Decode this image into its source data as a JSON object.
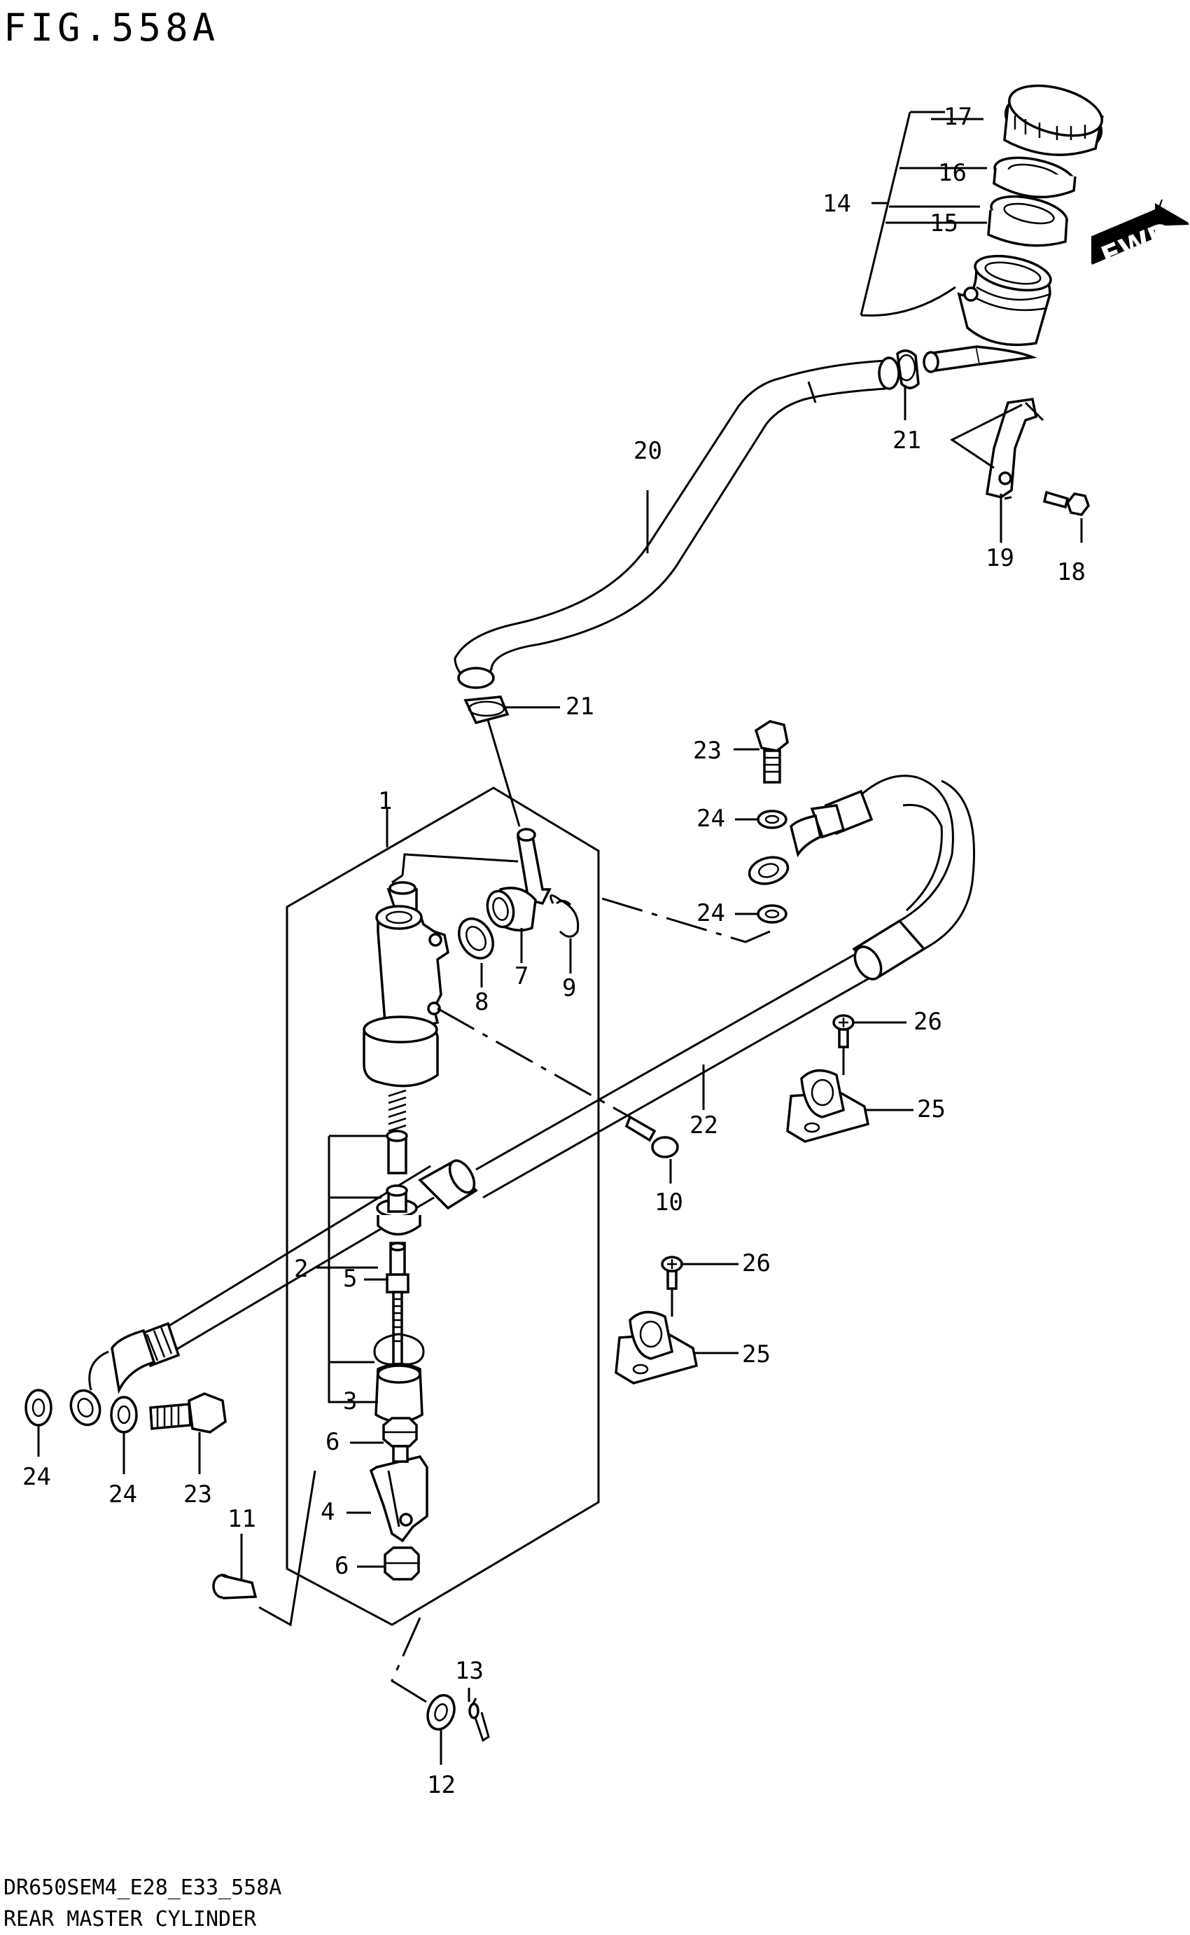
{
  "figure": {
    "title": "FIG.558A",
    "code": "DR650SEM4_E28_E33_558A",
    "caption": "REAR MASTER CYLINDER",
    "direction_label": "FWD"
  },
  "callouts": {
    "c1": "1",
    "c2": "2",
    "c3": "3",
    "c4": "4",
    "c5": "5",
    "c6a": "6",
    "c6b": "6",
    "c7": "7",
    "c8": "8",
    "c9": "9",
    "c10": "10",
    "c11": "11",
    "c12": "12",
    "c13": "13",
    "c14": "14",
    "c15": "15",
    "c16": "16",
    "c17": "17",
    "c18": "18",
    "c19": "19",
    "c20": "20",
    "c21a": "21",
    "c21b": "21",
    "c22": "22",
    "c23a": "23",
    "c23b": "23",
    "c24a": "24",
    "c24b": "24",
    "c24c": "24",
    "c24d": "24",
    "c25a": "25",
    "c25b": "25",
    "c26a": "26",
    "c26b": "26"
  },
  "colors": {
    "line": "#000000",
    "background": "#ffffff"
  }
}
